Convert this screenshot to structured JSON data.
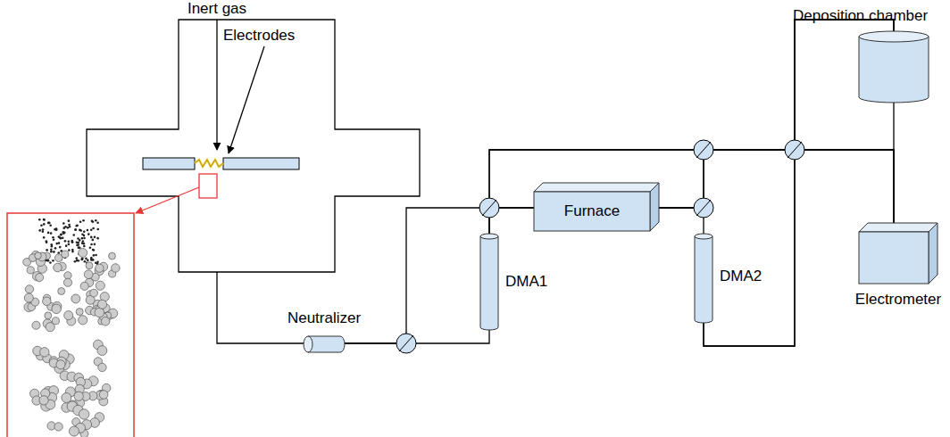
{
  "diagram": {
    "nodes": [
      {
        "text": [
          "Neutralizer"
        ]
      },
      {
        "text": [
          "DMA1"
        ]
      },
      {
        "text": [
          "Furnace"
        ]
      },
      {
        "text": [
          "DMA2"
        ]
      },
      {
        "text": [
          "Deposition chamber"
        ]
      },
      {
        "text": [
          "Electrometer"
        ]
      }
    ],
    "edges": [
      {
        "from": 0,
        "to": 1,
        "arrow": "none"
      },
      {
        "from": 0,
        "to": 2,
        "arrow": "none"
      },
      {
        "from": 1,
        "to": 2,
        "arrow": "none"
      },
      {
        "from": 2,
        "to": 3,
        "arrow": "none"
      },
      {
        "from": 1,
        "to": 4,
        "arrow": "none"
      },
      {
        "from": 1,
        "to": 5,
        "arrow": "none"
      },
      {
        "from": 2,
        "to": 4,
        "arrow": "none"
      },
      {
        "from": 2,
        "to": 5,
        "arrow": "none"
      },
      {
        "from": 3,
        "to": 4,
        "arrow": "none"
      },
      {
        "from": 3,
        "to": 5,
        "arrow": "none"
      },
      {
        "from": 4,
        "to": 5,
        "arrow": "none"
      }
    ],
    "labels": [
      "Inert gas",
      "Electrodes"
    ]
  }
}
